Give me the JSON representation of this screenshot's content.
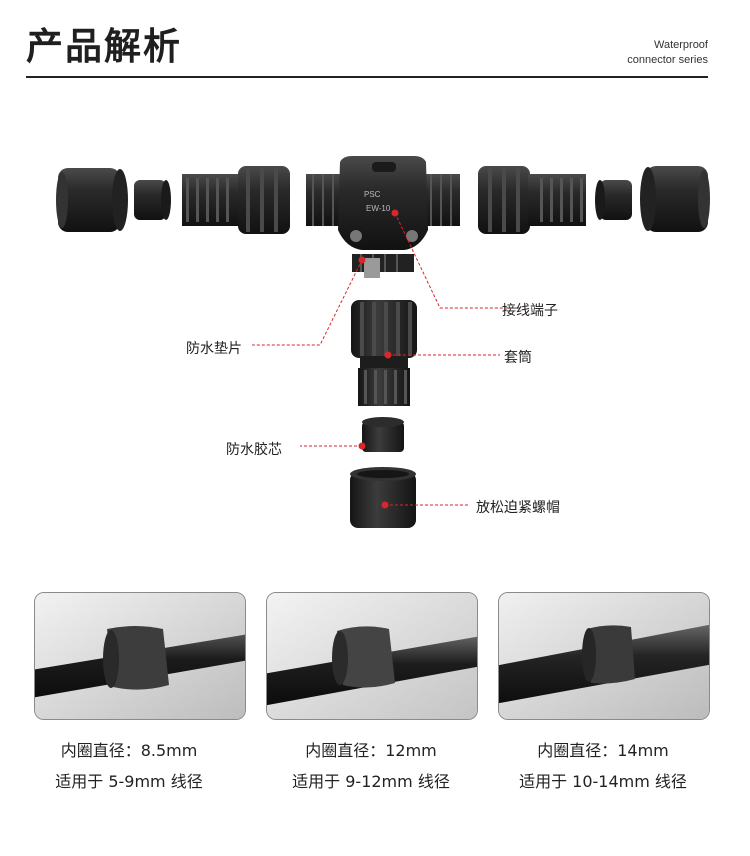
{
  "header": {
    "title": "产品解析",
    "subtitle_line1": "Waterproof",
    "subtitle_line2": "connector series"
  },
  "product": {
    "housing_marks": [
      "PSC",
      "EW-10"
    ]
  },
  "callouts": {
    "terminal": "接线端子",
    "gasket": "防水垫片",
    "sleeve": "套筒",
    "rubber_core": "防水胶芯",
    "lock_nut": "放松迫紧螺帽"
  },
  "cards": [
    {
      "inner_diameter": "内圈直径：8.5mm",
      "wire_range": "适用于 5-9mm 线径"
    },
    {
      "inner_diameter": "内圈直径：12mm",
      "wire_range": "适用于 9-12mm 线径"
    },
    {
      "inner_diameter": "内圈直径：14mm",
      "wire_range": "适用于 10-14mm 线径"
    }
  ],
  "colors": {
    "callout_dot": "#d8262b",
    "callout_line": "#d8262b",
    "part_dark": "#1c1c1c",
    "part_mid": "#3a3a3a"
  }
}
